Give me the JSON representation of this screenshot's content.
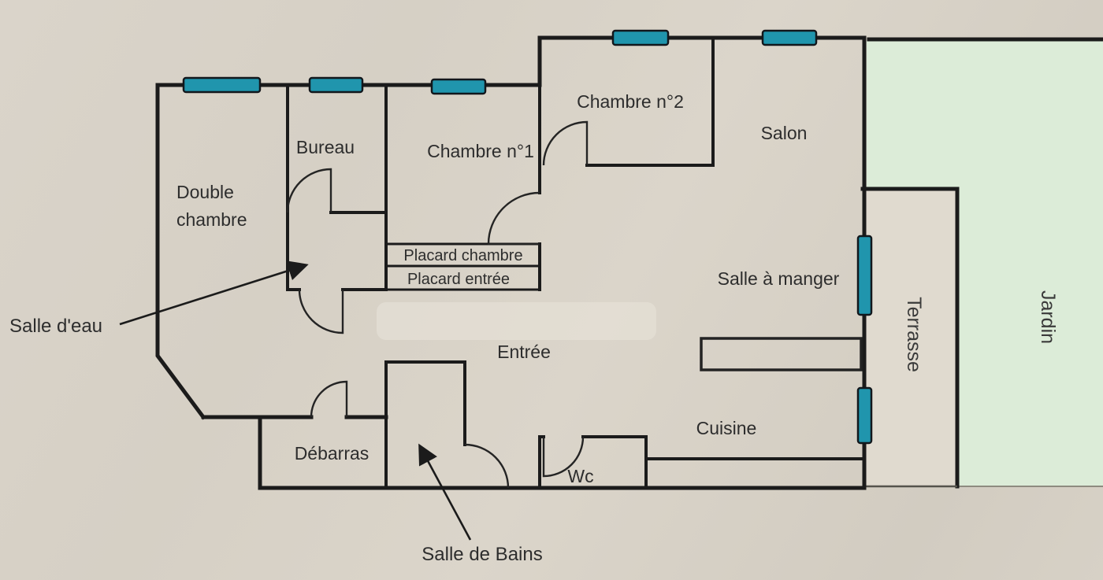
{
  "rooms": {
    "chambre2": {
      "label": "Chambre n°2"
    },
    "salon": {
      "label": "Salon"
    },
    "bureau": {
      "label": "Bureau"
    },
    "chambre1": {
      "label": "Chambre n°1"
    },
    "double_chambre": {
      "line1": "Double",
      "line2": "chambre"
    },
    "placard_chambre": {
      "label": "Placard chambre"
    },
    "placard_entree": {
      "label": "Placard entrée"
    },
    "salle_eau": {
      "label": "Salle d'eau"
    },
    "entree": {
      "label": "Entrée"
    },
    "salle_a_manger": {
      "label": "Salle à manger"
    },
    "cuisine": {
      "label": "Cuisine"
    },
    "wc": {
      "label": "Wc"
    },
    "debarras": {
      "label": "Débarras"
    },
    "salle_de_bains": {
      "label": "Salle de Bains"
    },
    "terrasse": {
      "label": "Terrasse"
    },
    "jardin": {
      "label": "Jardin"
    }
  },
  "colors": {
    "paper": "#d8d2c7",
    "terrace_floor": "#e0dacf",
    "wall": "#1b1b1b",
    "window": "#2095ad",
    "garden": "#dcecd8",
    "text": "#2d2d2d"
  }
}
